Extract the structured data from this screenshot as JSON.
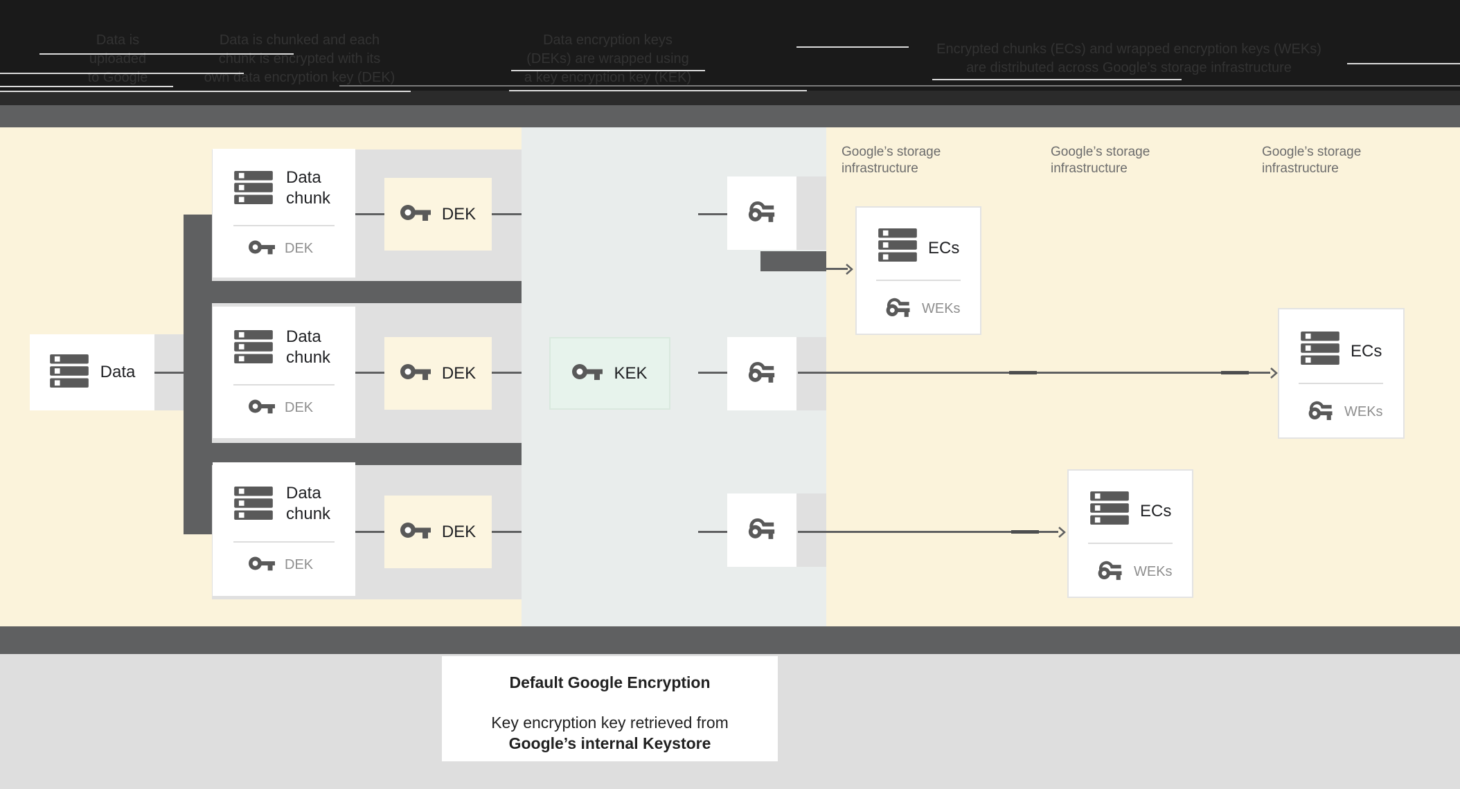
{
  "top": {
    "captions": [
      "Data is\nuploaded\nto Google",
      "Data is chunked and each\nchunk is encrypted with its\nown data encryption key (DEK)",
      "Data encryption keys\n(DEKs) are wrapped using\na key encryption key (KEK)",
      "Encrypted chunks (ECs) and wrapped encryption keys (WEKs)\nare distributed across Google’s storage infrastructure"
    ]
  },
  "panels": {
    "storage_label": "Google’s storage\ninfrastructure"
  },
  "nodes": {
    "data": {
      "label": "Data"
    },
    "chunk": {
      "title": "Data\nchunk",
      "key_label": "DEK"
    },
    "dek": {
      "label": "DEK"
    },
    "kek": {
      "label": "KEK"
    },
    "ecs": {
      "title": "ECs",
      "key_label": "WEKs"
    }
  },
  "footer": {
    "title": "Default Google Encryption",
    "subtitle_line1": "Key encryption key retrieved from",
    "subtitle_line2": "Google’s internal Keystore"
  },
  "colors": {
    "cream_panel": "#FBF3DB",
    "middle_panel": "#E9EDEC",
    "gray_band": "#E0E0E0",
    "dark_gray": "#5F6061",
    "kek_green": "#E7F3EC",
    "top_band": "#1a1a1a"
  }
}
